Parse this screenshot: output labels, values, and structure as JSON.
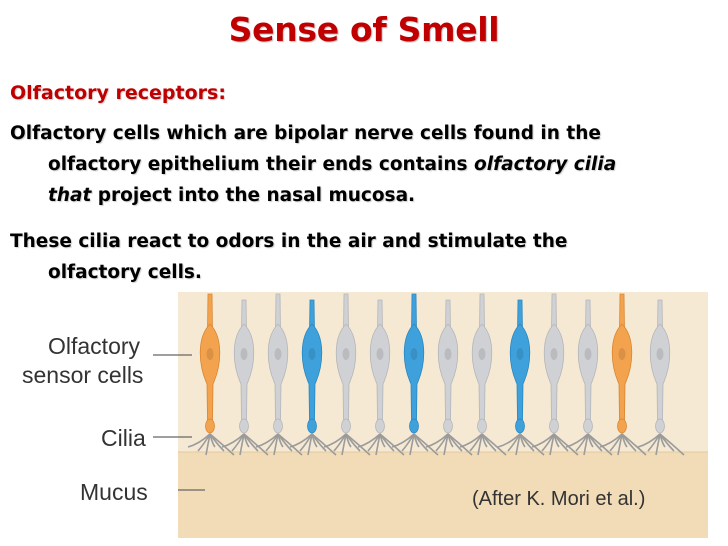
{
  "slide": {
    "title": "Sense of Smell",
    "subheading": "Olfactory receptors:",
    "paragraph1": {
      "line1": "Olfactory cells which are bipolar nerve cells found in the",
      "line2_plain": "olfactory epithelium their ends contains ",
      "line2_italic": "olfactory cilia",
      "line3_italic": "that",
      "line3_plain": " project into the nasal mucosa."
    },
    "paragraph2": {
      "line1": "These cilia react to odors in the air and stimulate the",
      "line2": "olfactory cells."
    }
  },
  "figure": {
    "labels": {
      "sensor_line1": "Olfactory",
      "sensor_line2": "sensor cells",
      "cilia": "Cilia",
      "mucus": "Mucus"
    },
    "credit": "(After K. Mori et al.)",
    "colors": {
      "background": "#f5e9d3",
      "mucus": "#f1dcb7",
      "gray_cell": "#cfd1d4",
      "orange_cell": "#f3a24e",
      "blue_cell": "#3fa1dc",
      "cilia": "#9b9b9b"
    }
  }
}
